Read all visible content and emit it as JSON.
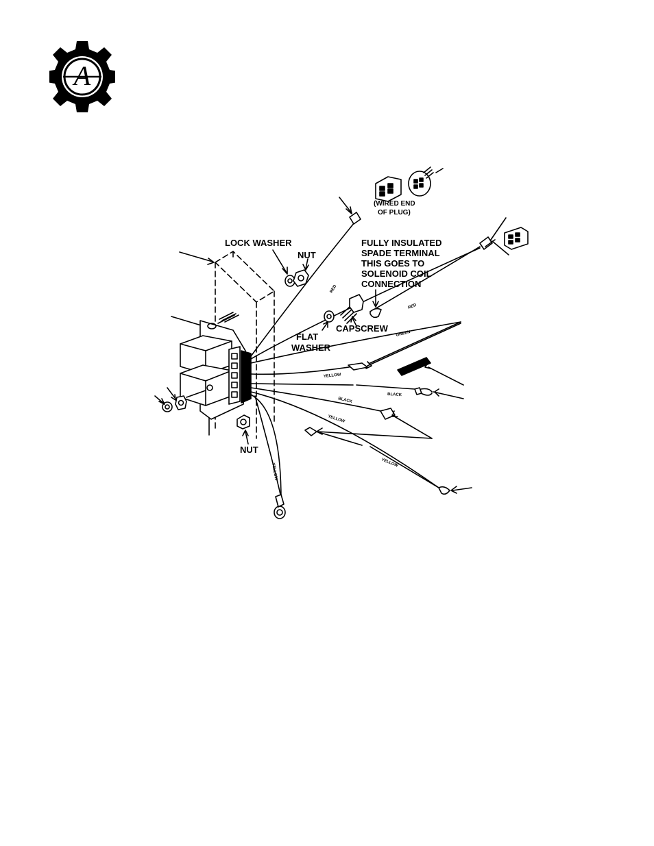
{
  "logo": {
    "icon": "gear-logo-icon",
    "letter": "A"
  },
  "diagram": {
    "labels": {
      "lock_washer": "LOCK WASHER",
      "nut_top": "NUT",
      "fully_insulated_1": "FULLY INSULATED",
      "fully_insulated_2": "SPADE TERMINAL",
      "fully_insulated_3": "THIS GOES TO",
      "fully_insulated_4": "SOLENOID COIL",
      "fully_insulated_5": "CONNECTION",
      "wired_end_1": "(WIRED END",
      "wired_end_2": "OF PLUG)",
      "flat_1": "FLAT",
      "flat_2": "WASHER",
      "capscrew": "CAPSCREW",
      "nut_bottom": "NUT"
    },
    "wire_labels": {
      "red_upper": "RED",
      "red_right": "RED",
      "green": "GREEN",
      "yellow_mid": "YELLOW",
      "black_right": "BLACK",
      "black_lower": "BLACK",
      "yellow_lower": "YELLOW",
      "yellow_right": "YELLOW",
      "yellow_down": "YELLOW"
    }
  }
}
